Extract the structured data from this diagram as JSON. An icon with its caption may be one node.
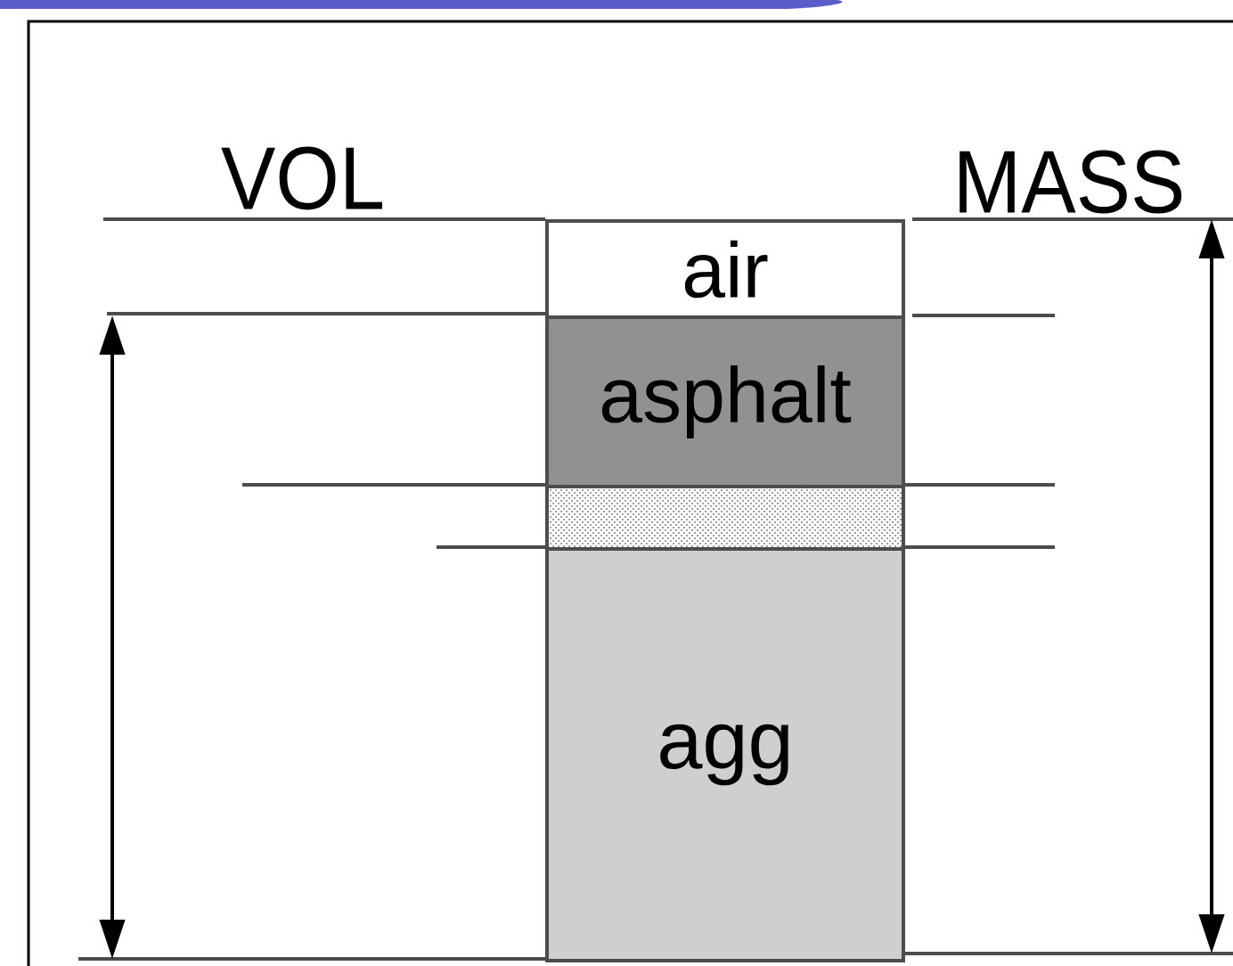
{
  "diagram": {
    "nodes": [
      {
        "text": [
          "air"
        ]
      },
      {
        "text": [
          "asphalt"
        ]
      },
      {
        "text": [],
        "shape": "box"
      },
      {
        "text": [
          "agg"
        ]
      }
    ],
    "labels": [
      "VOL",
      "MASS"
    ]
  }
}
